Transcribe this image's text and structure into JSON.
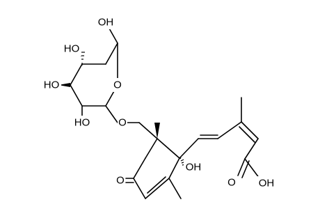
{
  "atom_labels": {
    "oh_c6": "OH",
    "ho_c4": "HO",
    "ho_c3": "HO",
    "o_ring": "O",
    "ho_c2": "HO",
    "o_glyc": "O",
    "oh_tert": "OH",
    "o_ketone": "O",
    "o_acid": "O",
    "oh_acid": "OH"
  },
  "colors": {
    "bond": "#000000",
    "background": "#ffffff"
  }
}
